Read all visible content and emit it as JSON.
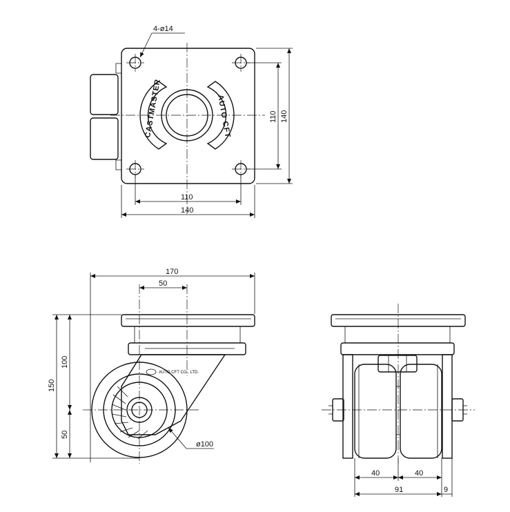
{
  "top_view": {
    "hole_callout": "4-ø14",
    "brand_left": "CASTMASTER",
    "brand_right": "AUTO CFT",
    "dim_hole_h": "110",
    "dim_plate_h": "140",
    "dim_right_hole": "110",
    "dim_right_plate": "140"
  },
  "side_view": {
    "dim_width": "170",
    "dim_offset": "50",
    "dim_total_height": "150",
    "dim_upper": "100",
    "dim_lower": "50",
    "wheel_diameter": "ø100",
    "fork_label": "AUTO CFT CO., LTD."
  },
  "front_view": {
    "dim_left_wheel": "40",
    "dim_right_wheel": "40",
    "dim_total": "91",
    "dim_side": "9"
  }
}
